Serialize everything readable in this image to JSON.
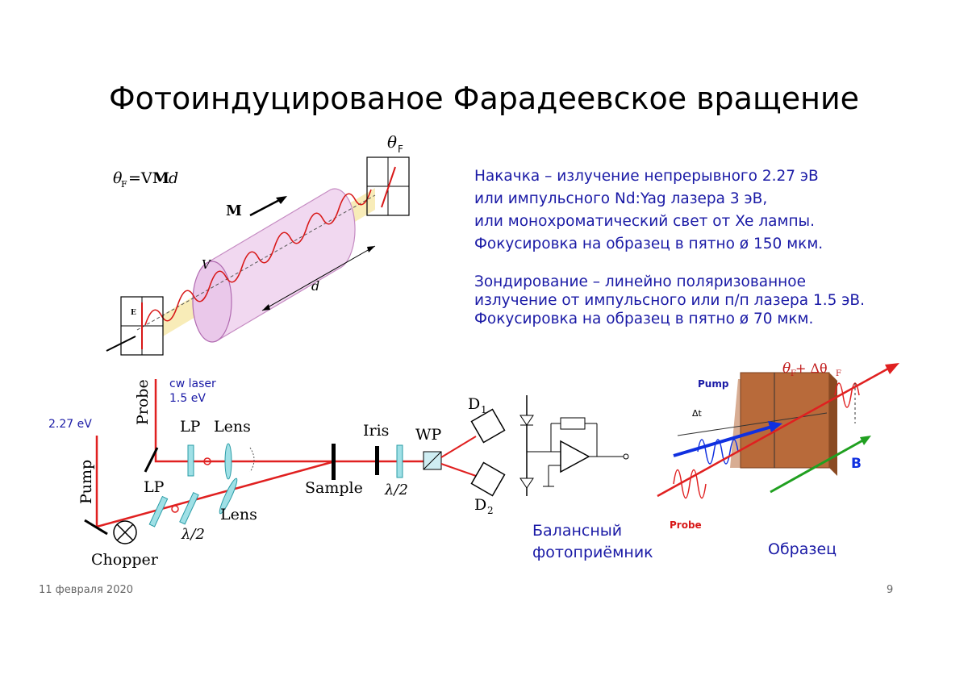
{
  "slide": {
    "title": "Фотоиндуцированое Фарадеевское вращение",
    "pump_lines": [
      "Накачка – излучение непрерывного 2.27 эВ",
      "или импульсного Nd:Yag лазера 3 эВ,",
      "или монохроматический свет от Xe лампы.",
      "Фокусировка на образец в пятно ø 150 мкм."
    ],
    "probe_lines": [
      "Зондирование – линейно поляризованное",
      "излучение от импульсного или п/п лазера 1.5 эВ.",
      "Фокусировка на образец в пятно ø 70 мкм."
    ],
    "footer_date": "11 февраля 2020",
    "footer_page": "9"
  },
  "faraday_diagram": {
    "formula_theta": "θ",
    "formula_sub": "F",
    "formula_rest": "=V",
    "formula_M": "M",
    "formula_d": "d",
    "label_M": "M",
    "label_d": "d",
    "label_V": "V",
    "label_E": "E",
    "label_theta": "θ",
    "label_theta_sub": "F"
  },
  "setup_diagram": {
    "cw_laser": "cw laser",
    "cw_energy": "1.5 eV",
    "pump_energy": "2.27 eV",
    "probe": "Probe",
    "pump": "Pump",
    "lp_top": "LP",
    "lens_top": "Lens",
    "lp_bottom": "LP",
    "lens_bottom": "Lens",
    "half_wave_bottom": "λ/2",
    "chopper": "Chopper",
    "sample": "Sample",
    "iris": "Iris",
    "half_wave_right": "λ/2",
    "wp": "WP",
    "d1": "D",
    "d1_sub": "1",
    "d2": "D",
    "d2_sub": "2"
  },
  "detector": {
    "caption_1": "Балансный",
    "caption_2": "фотоприёмник"
  },
  "sample_diagram": {
    "pump": "Pump",
    "probe": "Probe",
    "delta_t": "Δt",
    "b_field": "B",
    "rotation": "θ",
    "rotation_sub": "F",
    "rotation_plus": " + Δθ",
    "rotation_sub2": "F",
    "caption": "Образец"
  },
  "colors": {
    "accent_text": "#1a1aa6",
    "beam": "#e02020",
    "pump_beam": "#1030e0",
    "field": "#20a020",
    "sample": "#b86a3a"
  }
}
